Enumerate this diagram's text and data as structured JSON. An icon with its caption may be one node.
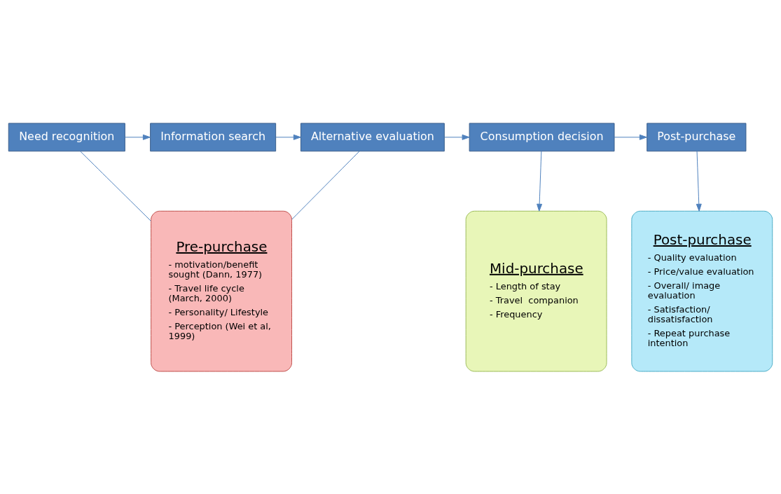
{
  "diagram": {
    "nodes": [
      {
        "text": [
          "Need recognition"
        ]
      },
      {
        "text": [
          "Information search"
        ]
      },
      {
        "text": [
          "Alternative evaluation"
        ]
      },
      {
        "text": [
          "Consumption decision"
        ]
      },
      {
        "text": [
          "Post-purchase"
        ]
      },
      {
        "text": [
          "Pre-purchase",
          "- motivation/benefit sought (Dann, 1977)",
          "- Travel life cycle (March, 2000)",
          "- Personality/ Lifestyle",
          "- Perception (Wei et al, 1999)"
        ]
      },
      {
        "text": [
          "Mid-purchase",
          "- Length of stay",
          "- Travel  companion",
          "- Frequency"
        ]
      },
      {
        "text": [
          "Post-purchase",
          "- Quality evaluation",
          "- Price/value evaluation",
          "- Overall/ image evaluation",
          "- Satisfaction/ dissatisfaction",
          "- Repeat purchase intention"
        ]
      }
    ],
    "edges": [
      {
        "from": 0,
        "to": 1,
        "arrow": "to"
      },
      {
        "from": 1,
        "to": 2,
        "arrow": "to"
      },
      {
        "from": 2,
        "to": 3,
        "arrow": "to"
      },
      {
        "from": 3,
        "to": 4,
        "arrow": "to"
      },
      {
        "from": 0,
        "to": 5,
        "arrow": "none"
      },
      {
        "from": 2,
        "to": 5,
        "arrow": "none"
      },
      {
        "from": 3,
        "to": 6,
        "arrow": "to"
      },
      {
        "from": 4,
        "to": 7,
        "arrow": "to"
      }
    ]
  }
}
